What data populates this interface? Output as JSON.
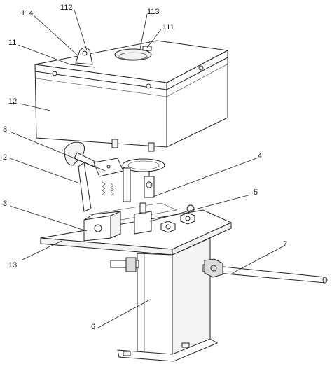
{
  "labels": [
    {
      "id": "114",
      "text": "114"
    },
    {
      "id": "112",
      "text": "112"
    },
    {
      "id": "113",
      "text": "113"
    },
    {
      "id": "111",
      "text": "111"
    },
    {
      "id": "11",
      "text": "11"
    },
    {
      "id": "12",
      "text": "12"
    },
    {
      "id": "8",
      "text": "8"
    },
    {
      "id": "2",
      "text": "2"
    },
    {
      "id": "4",
      "text": "4"
    },
    {
      "id": "5",
      "text": "5"
    },
    {
      "id": "3",
      "text": "3"
    },
    {
      "id": "13",
      "text": "13"
    },
    {
      "id": "7",
      "text": "7"
    },
    {
      "id": "6",
      "text": "6"
    }
  ]
}
